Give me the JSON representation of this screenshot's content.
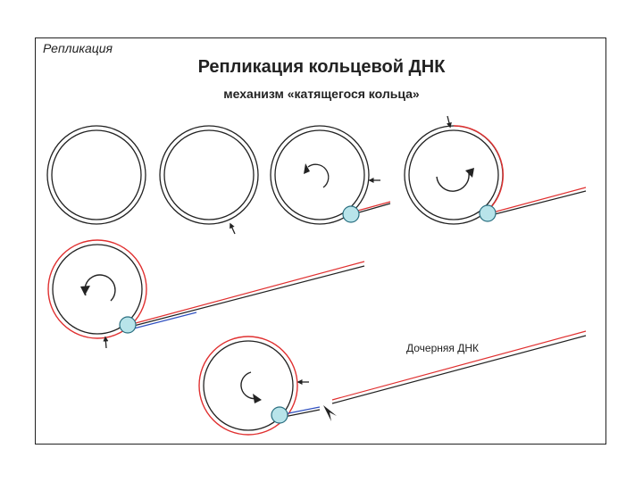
{
  "section_label": "Репликация",
  "title": "Репликация кольцевой ДНК",
  "subtitle": "механизм «катящегося кольца»",
  "daughter_label": "Дочерняя ДНК",
  "colors": {
    "template_strand": "#222222",
    "new_strand": "#e03030",
    "new_strand_blue": "#3050c0",
    "polymerase_fill": "#b8e4ea",
    "polymerase_stroke": "#2a6f80"
  }
}
